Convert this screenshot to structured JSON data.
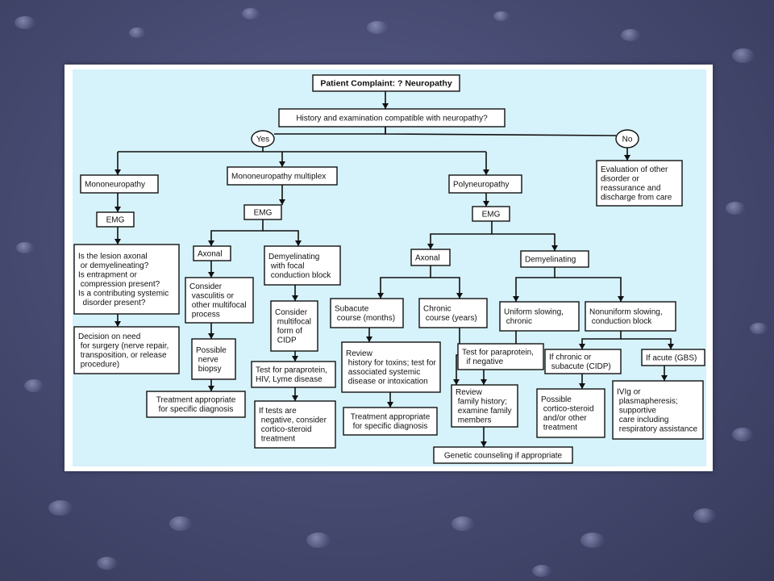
{
  "nodes": {
    "patient_complaint": [
      "Patient Complaint: ? Neuropathy"
    ],
    "history_exam": [
      "History and examination compatible with neuropathy?"
    ],
    "yes": [
      "Yes"
    ],
    "no": [
      "No"
    ],
    "mononeuropathy": [
      "Mononeuropathy"
    ],
    "mono_multiplex": [
      "Mononeuropathy multiplex"
    ],
    "polyneuropathy": [
      "Polyneuropathy"
    ],
    "evaluation_other": [
      "Evaluation of other",
      "disorder or",
      "reassurance and",
      "discharge from care"
    ],
    "emg_mono": [
      "EMG"
    ],
    "emg_multiplex": [
      "EMG"
    ],
    "emg_poly": [
      "EMG"
    ],
    "lesion_question": [
      "Is the lesion axonal",
      " or demyelineating?",
      "Is entrapment or",
      " compression present?",
      "Is a contributing systemic",
      "  disorder present?"
    ],
    "decision_surgery": [
      "Decision on need",
      " for surgery (nerve repair,",
      " transposition, or release",
      " procedure)"
    ],
    "axonal_multiplex": [
      "Axonal"
    ],
    "demyelinating_focal": [
      "Demyelinating",
      " with focal",
      " conduction block"
    ],
    "consider_vasculitis": [
      "Consider",
      " vasculitis or",
      " other multifocal",
      " process"
    ],
    "nerve_biopsy": [
      "Possible",
      " nerve",
      " biopsy"
    ],
    "treatment_left": [
      "Treatment appropriate",
      "for specific diagnosis"
    ],
    "consider_cidp": [
      "Consider",
      " multifocal",
      " form of",
      " CIDP"
    ],
    "test_paraprotein_hiv": [
      "Test for paraprotein,",
      "HIV, Lyme disease"
    ],
    "tests_negative": [
      "If tests are",
      " negative, consider",
      " cortico-steroid",
      " treatment"
    ],
    "axonal_poly": [
      "Axonal"
    ],
    "demyelinating_poly": [
      "Demyelinating"
    ],
    "subacute": [
      "Subacute",
      " course (months)"
    ],
    "chronic": [
      "Chronic",
      " course (years)"
    ],
    "review_toxins": [
      "Review",
      " history for toxins; test for",
      " associated systemic",
      " disease or intoxication"
    ],
    "treatment_middle": [
      "Treatment appropriate",
      "for specific diagnosis"
    ],
    "test_paraprotein_negative": [
      "Test for paraprotein,",
      "  if negative"
    ],
    "review_family": [
      "Review",
      " family history;",
      " examine family",
      " members"
    ],
    "genetic_counseling": [
      "Genetic counseling if appropriate"
    ],
    "uniform_slowing": [
      "Uniform slowing,",
      " chronic"
    ],
    "nonuniform_slowing": [
      "Nonuniform slowing,",
      " conduction block"
    ],
    "if_chronic": [
      "If chronic or",
      " subacute (CIDP)"
    ],
    "if_acute": [
      "If acute (GBS)"
    ],
    "possible_corticosteroid": [
      "Possible",
      " cortico-steroid",
      " and/or other",
      " treatment"
    ],
    "ivig": [
      "IVIg or",
      " plasmapheresis;",
      " supportive",
      " care including",
      " respiratory assistance"
    ]
  },
  "colors": {
    "diagram_background": "#d6f2fb",
    "box_fill": "#ffffff",
    "line": "#111111",
    "slide_background": "#45496f"
  }
}
